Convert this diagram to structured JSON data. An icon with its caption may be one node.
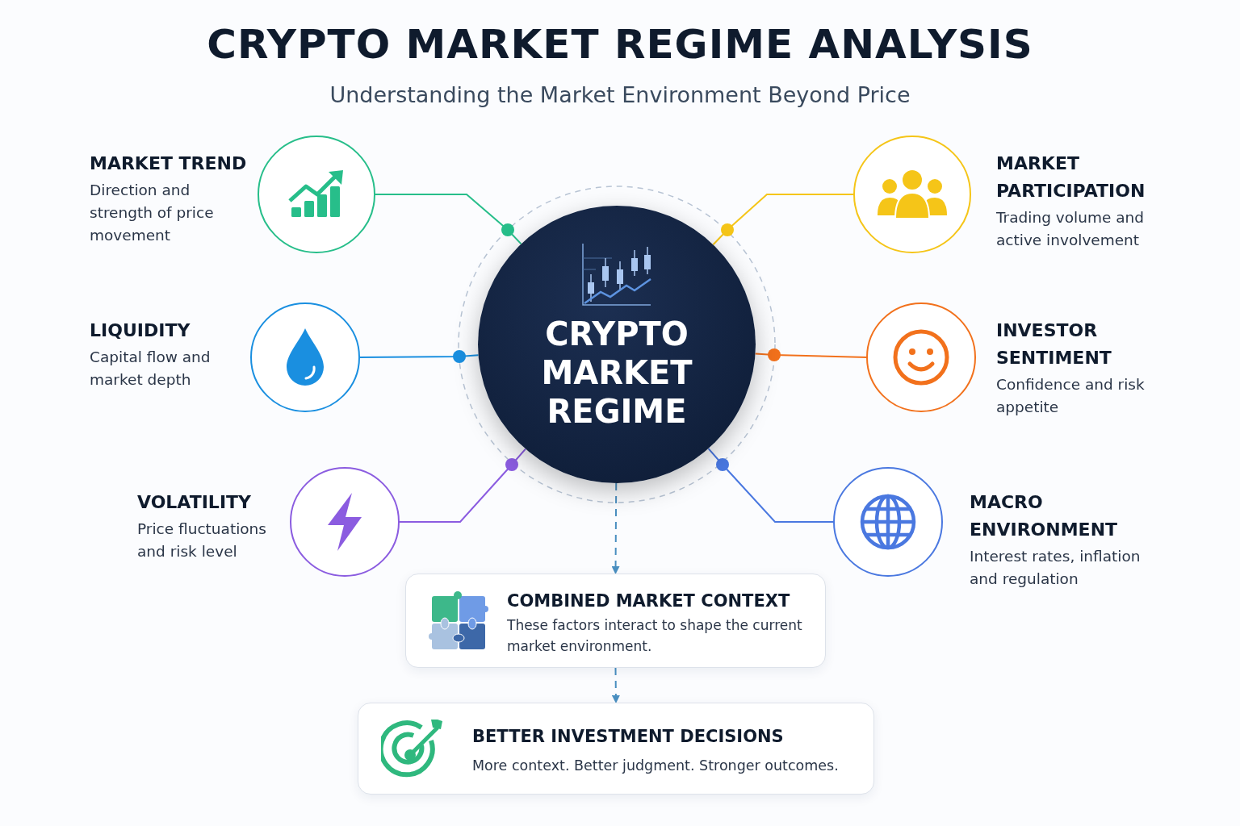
{
  "diagram": {
    "title": "CRYPTO MARKET REGIME ANALYSIS",
    "caption": "Understanding the Market Environment Beyond Price",
    "nodes": [
      {
        "text": [
          "CRYPTO MARKET REGIME"
        ]
      },
      {
        "text": [
          "MARKET TREND",
          "Direction and strength of price movement"
        ]
      },
      {
        "text": [
          "MARKET PARTICIPATION",
          "Trading volume and active involvement"
        ]
      },
      {
        "text": [
          "LIQUIDITY",
          "Capital flow and market depth"
        ]
      },
      {
        "text": [
          "INVESTOR SENTIMENT",
          "Confidence and risk appetite"
        ]
      },
      {
        "text": [
          "VOLATILITY",
          "Price fluctuations and risk level"
        ]
      },
      {
        "text": [
          "MACRO ENVIRONMENT",
          "Interest rates, inflation and regulation"
        ]
      },
      {
        "text": [
          "COMBINED MARKET CONTEXT",
          "These factors interact to shape the current market environment."
        ]
      },
      {
        "text": [
          "BETTER INVESTMENT DECISIONS",
          "More context. Better judgment. Stronger outcomes."
        ]
      }
    ],
    "edges": [
      {
        "from": 0,
        "to": 1,
        "arrow": "none",
        "color": "#27be8a"
      },
      {
        "from": 0,
        "to": 2,
        "arrow": "none",
        "color": "#f5c518"
      },
      {
        "from": 0,
        "to": 3,
        "arrow": "none",
        "color": "#1a8fe0"
      },
      {
        "from": 0,
        "to": 4,
        "arrow": "none",
        "color": "#f2711c"
      },
      {
        "from": 0,
        "to": 5,
        "arrow": "none",
        "color": "#8b5ce0"
      },
      {
        "from": 0,
        "to": 6,
        "arrow": "none",
        "color": "#4a78e0"
      },
      {
        "from": 0,
        "to": 7,
        "arrow": "to",
        "style": "dashed",
        "color": "#4a8fc0"
      },
      {
        "from": 7,
        "to": 8,
        "arrow": "to",
        "style": "dashed",
        "color": "#4a8fc0"
      }
    ]
  }
}
